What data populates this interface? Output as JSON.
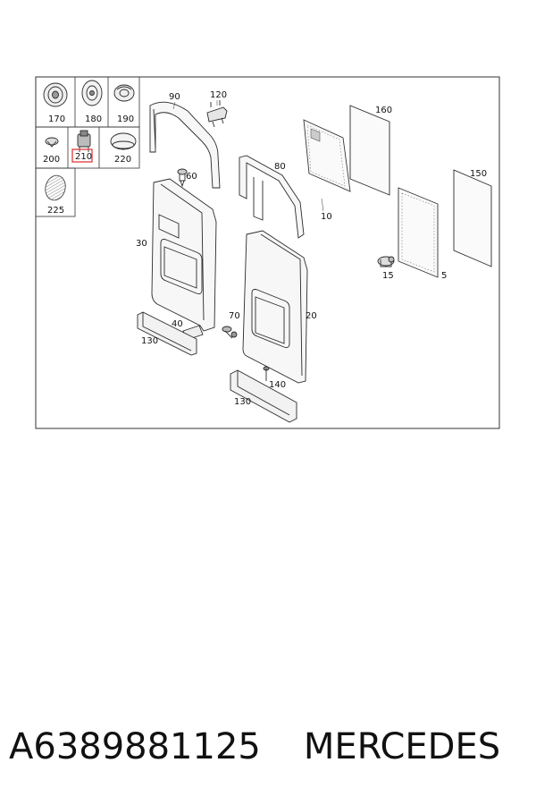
{
  "callouts": {
    "c170": "170",
    "c180": "180",
    "c190": "190",
    "c200": "200",
    "c210": "210",
    "c220": "220",
    "c225": "225",
    "c90": "90",
    "c120": "120",
    "c60": "60",
    "c30": "30",
    "c40": "40",
    "c130a": "130",
    "c70": "70",
    "c80": "80",
    "c20": "20",
    "c140": "140",
    "c130b": "130",
    "c160": "160",
    "c10": "10",
    "c150": "150",
    "c15": "15",
    "c5": "5"
  },
  "footer": {
    "part_number": "A6389881125",
    "brand": "MERCEDES"
  },
  "colors": {
    "highlight": "#e03a3a"
  }
}
